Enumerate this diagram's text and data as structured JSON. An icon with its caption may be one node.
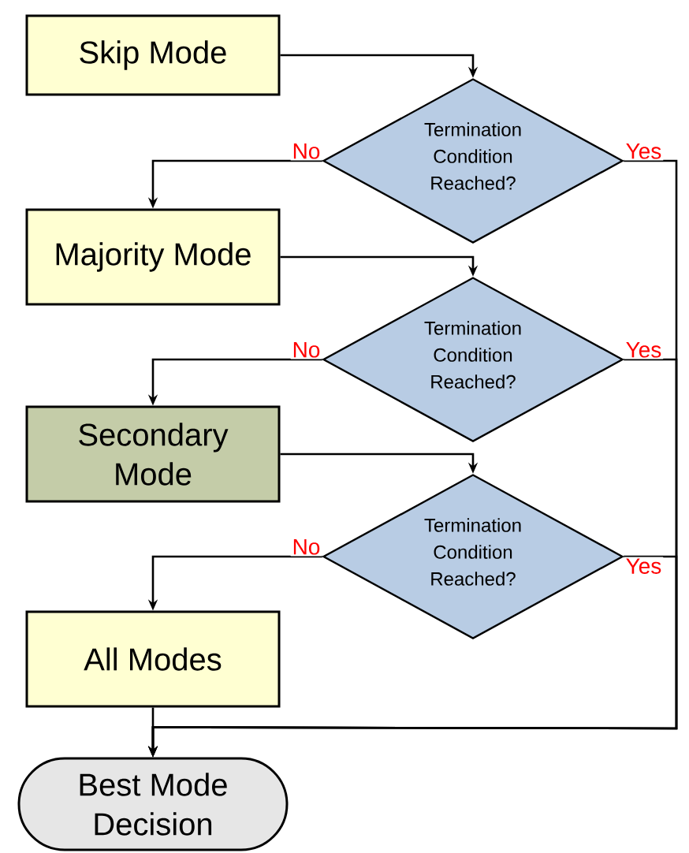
{
  "diagram": {
    "nodes": [
      {
        "text": [
          "Skip Mode"
        ]
      },
      {
        "text": [
          "Termination Condition Reached?"
        ]
      },
      {
        "text": [
          "Majority Mode"
        ]
      },
      {
        "text": [
          "Termination Condition Reached?"
        ]
      },
      {
        "text": [
          "Secondary Mode"
        ]
      },
      {
        "text": [
          "Termination Condition Reached?"
        ]
      },
      {
        "text": [
          "All Modes"
        ]
      },
      {
        "text": [
          "Best Mode Decision"
        ]
      }
    ],
    "edges": [
      {
        "from": 0,
        "to": 1,
        "arrow": "to"
      },
      {
        "from": 1,
        "to": 2,
        "arrow": "to",
        "label": "No"
      },
      {
        "from": 1,
        "to": 7,
        "arrow": "to",
        "label": "Yes"
      },
      {
        "from": 2,
        "to": 3,
        "arrow": "to"
      },
      {
        "from": 3,
        "to": 4,
        "arrow": "to",
        "label": "No"
      },
      {
        "from": 3,
        "to": 7,
        "arrow": "to",
        "label": "Yes"
      },
      {
        "from": 4,
        "to": 5,
        "arrow": "to"
      },
      {
        "from": 5,
        "to": 6,
        "arrow": "to",
        "label": "No"
      },
      {
        "from": 5,
        "to": 7,
        "arrow": "to",
        "label": "Yes"
      },
      {
        "from": 6,
        "to": 7,
        "arrow": "to"
      }
    ]
  }
}
